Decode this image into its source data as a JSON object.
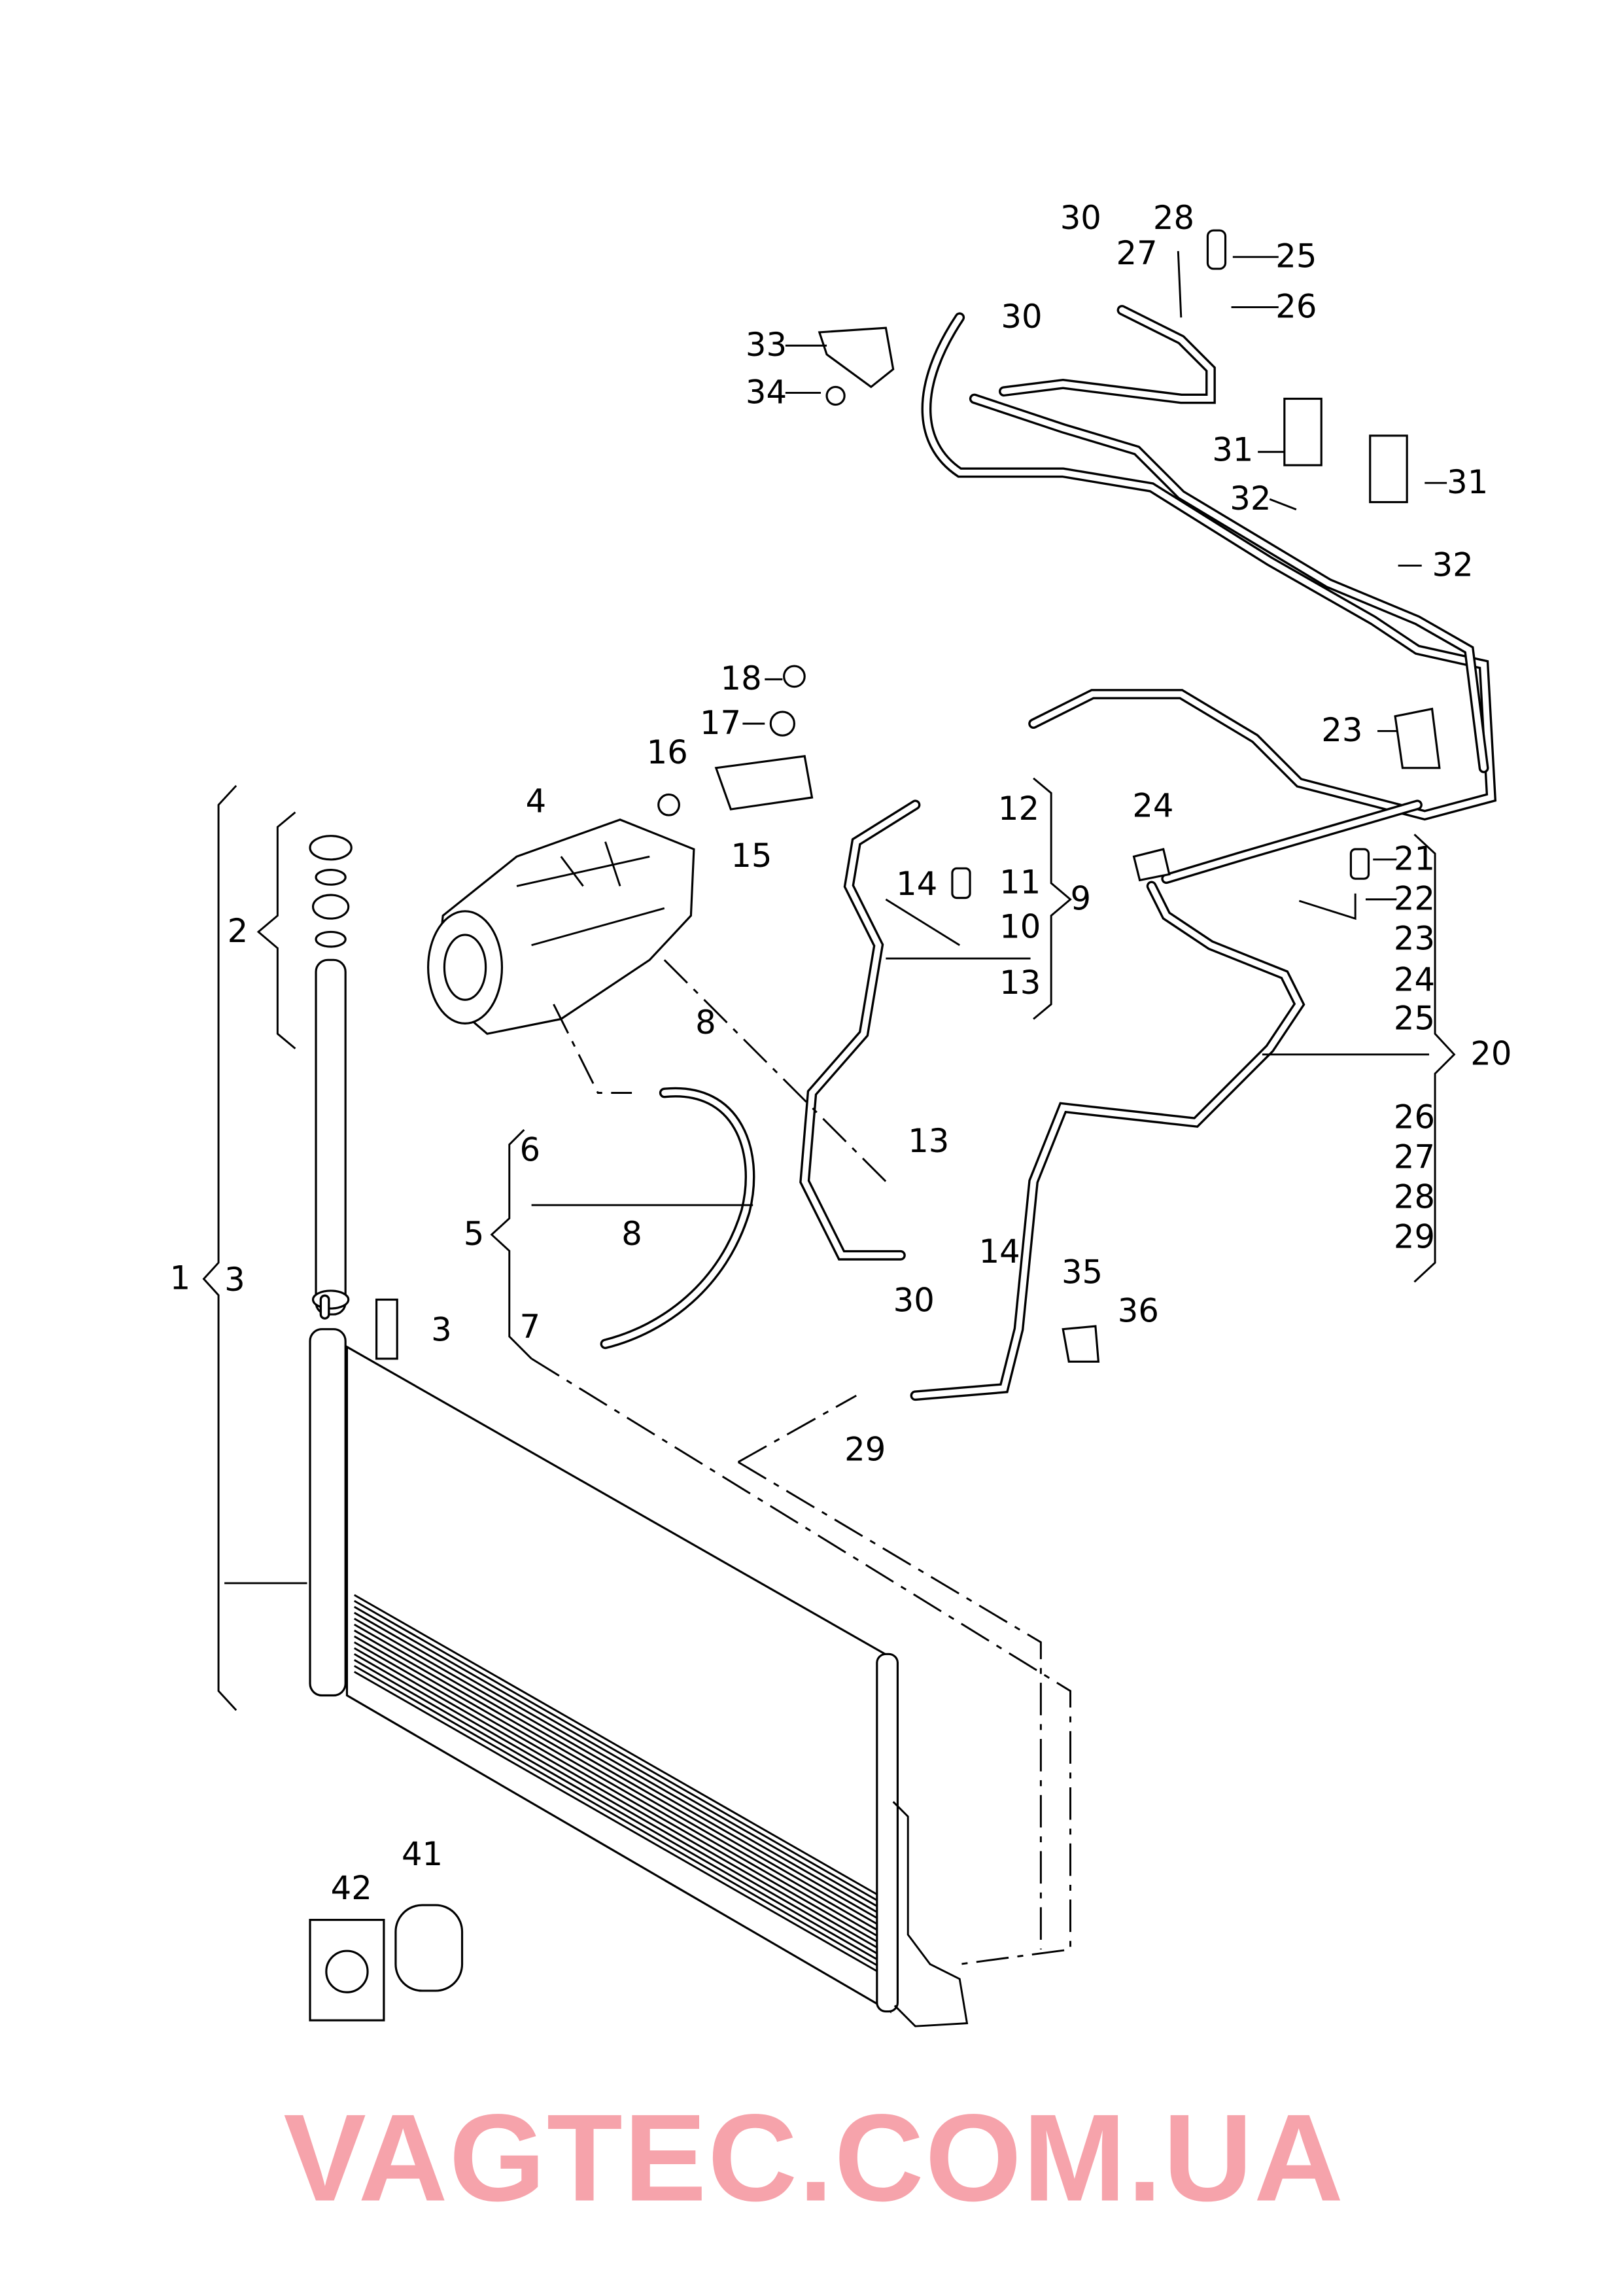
{
  "watermark": "VAGTEC.COM.UA",
  "callouts": [
    "30",
    "28",
    "27",
    "25",
    "26",
    "30",
    "33",
    "34",
    "31",
    "32",
    "31",
    "32",
    "18",
    "17",
    "16",
    "23",
    "4",
    "12",
    "24",
    "14",
    "11",
    "15",
    "9",
    "21",
    "22",
    "23",
    "24",
    "25",
    "10",
    "2",
    "13",
    "20",
    "8",
    "26",
    "6",
    "13",
    "27",
    "28",
    "8",
    "5",
    "29",
    "14",
    "1",
    "3",
    "35",
    "30",
    "36",
    "3",
    "7",
    "29",
    "41",
    "42"
  ],
  "colors": {
    "line": "#000000",
    "watermark": "#f6a3ab",
    "background": "#ffffff"
  }
}
